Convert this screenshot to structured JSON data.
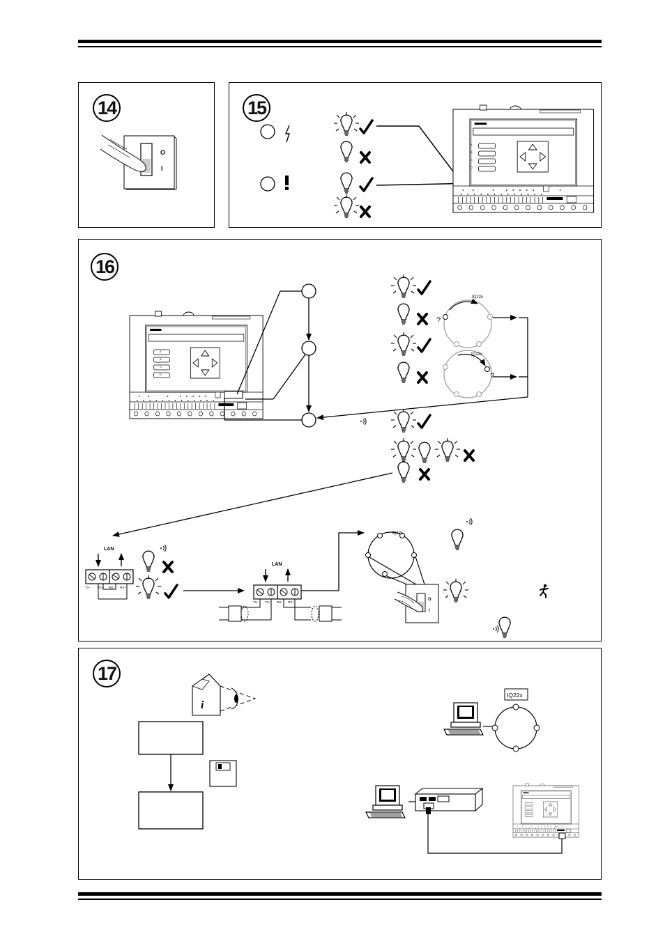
{
  "steps": {
    "s14": "14",
    "s15": "15",
    "s16": "16",
    "s17": "17"
  },
  "switch": {
    "off": "O",
    "on": "I"
  },
  "controller": {
    "keys": [
      "A",
      "B",
      "C",
      "D"
    ]
  },
  "network": {
    "ring_label": "IQ22x",
    "lan_label": "LAN",
    "unknown_mark": "?"
  },
  "terminals": {
    "tx_minus": "TX-",
    "tx_plus": "TX+",
    "rx_minus": "RX-",
    "rx_plus": "RX+"
  },
  "colors": {
    "line": "#000000",
    "faint": "#9a9a9a",
    "paper": "#ffffff"
  },
  "icons": [
    "lightning-icon",
    "exclamation-icon",
    "bulb-lit-icon",
    "bulb-off-icon",
    "check-icon",
    "cross-icon",
    "sound-icon",
    "running-man-icon",
    "manual-info-icon",
    "eye-icon",
    "floppy-disk-icon",
    "computer-icon",
    "modem-icon"
  ]
}
